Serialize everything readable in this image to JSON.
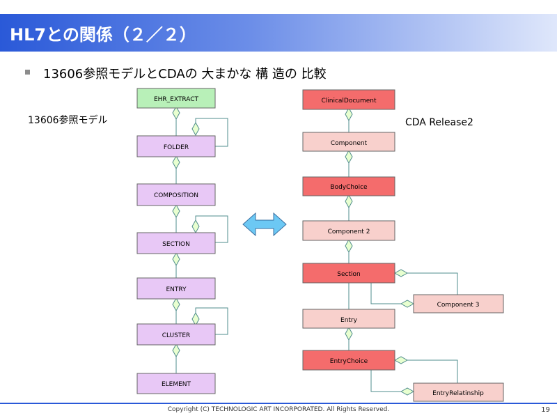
{
  "title": "HL7との関係（２／２）",
  "bullet": "13606参照モデルとCDAの 大まかな 構 造の 比較",
  "left_label": "13606参照モデル",
  "right_label": "CDA Release2",
  "left_boxes": [
    "EHR_EXTRACT",
    "FOLDER",
    "COMPOSITION",
    "SECTION",
    "ENTRY",
    "CLUSTER",
    "ELEMENT"
  ],
  "right_boxes": [
    "ClinicalDocument",
    "Component",
    "BodyChoice",
    "Component 2",
    "Section",
    "Entry",
    "EntryChoice"
  ],
  "right_side_boxes": [
    "Component 3",
    "EntryRelatinship"
  ],
  "footer": "Copyright (C) TECHNOLOGIC ART INCORPORATED. All Rights Reserved.",
  "page_number": "19",
  "colors": {
    "title_bar": "#2a59d8",
    "purple_box": "#e8c8f6",
    "green_box": "#b8f0b8",
    "red_box": "#f46c6c",
    "pink_box": "#f8d0cc",
    "arrow": "#6cc8f4"
  }
}
